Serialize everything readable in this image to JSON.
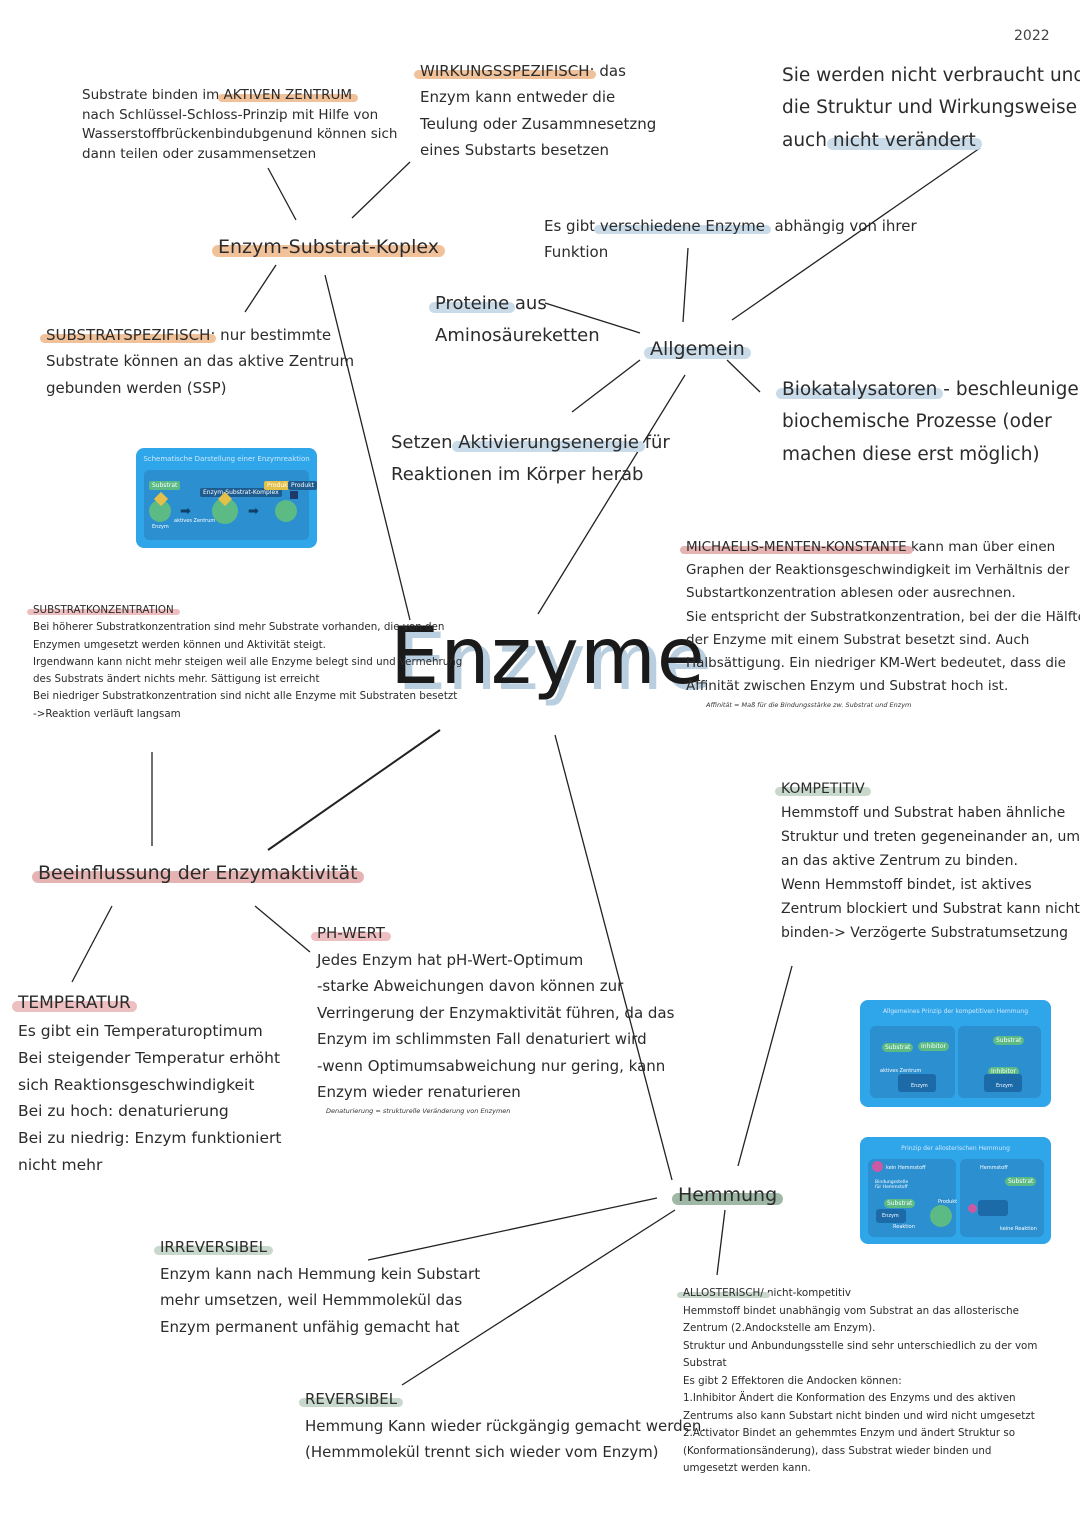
{
  "year": "2022",
  "center": {
    "title": "Enzyme"
  },
  "nodes": {
    "complex": "Enzym-Substrat-Koplex",
    "allgemein": "Allgemein",
    "aktivitaet": "Beeinflussung der Enzymaktivität",
    "hemmung": "Hemmung"
  },
  "aktives_zentrum": {
    "line1_pre": "Substrate binden im ",
    "line1_hl": "AKTIVEN ZENTRUM",
    "line2": "nach Schlüssel-Schloss-Prinzip mit Hilfe von",
    "line3": "Wasserstoffbrückenbindubgenund können sich",
    "line4": "dann teilen oder zusammensetzen"
  },
  "wirkungsspezifisch": {
    "title": "WIRKUNGSSPEZIFISCH",
    "title_suffix": ": das",
    "line2": "Enzym kann entweder die",
    "line3": "Teulung oder Zusammnesetzng",
    "line4": "eines Substarts besetzen"
  },
  "nicht_verbraucht": {
    "line1": "Sie werden nicht verbraucht und",
    "line2": "die Struktur und Wirkungsweise",
    "line3_pre": "auch ",
    "line3_hl": "nicht verändert"
  },
  "verschiedene": {
    "line1_pre": "Es gibt ",
    "line1_hl": "verschiedene Enzyme",
    "line1_post": ", abhängig von ihrer",
    "line2": "Funktion"
  },
  "proteine": {
    "hl": "Proteine",
    "line1_post": " aus",
    "line2": "Aminosäureketten"
  },
  "substratspezifisch": {
    "title": "SUBSTRATSPEZIFISCH",
    "title_suffix": ": nur  bestimmte",
    "line2": "Substrate können an das aktive Zentrum",
    "line3": "gebunden werden (SSP)"
  },
  "biokatalysatoren": {
    "hl": "Biokatalysatoren",
    "line1_post": " -  beschleunigen",
    "line2": "biochemische Prozesse (oder",
    "line3": "machen diese erst möglich)"
  },
  "aktivierung": {
    "line1_pre": "Setzen ",
    "line1_hl": "Aktivierungsenergie",
    "line1_post": " für",
    "line2": "Reaktionen im Körper herab"
  },
  "schema_card": {
    "title": "Schematische Darstellung einer Enzymreaktion",
    "substrat": "Substrat",
    "komplex": "Enzym-Substrat-Komplex",
    "produkt_a": "Produkt",
    "produkt_b": "Produkt",
    "enzym": "Enzym",
    "aktives_zentrum": "aktives Zentrum"
  },
  "michaelis": {
    "title": "MICHAELIS-MENTEN-KONSTANTE",
    "title_suffix": " kann man über einen",
    "line2": "Graphen der Reaktionsgeschwindigkeit im Verhältnis der",
    "line3": "Substartkonzentration ablesen oder ausrechnen.",
    "line4": "Sie entspricht der Substratkonzentration, bei der die Hälfte",
    "line5": "der Enzyme mit einem Substrat besetzt sind. Auch",
    "line6": "Halbsättigung. Ein niedriger KM-Wert bedeutet, dass die",
    "line7": "Affinität zwischen Enzym und Substrat hoch ist.",
    "note": "Affinität = Maß für die Bindungsstärke zw. Substrat und Enzym"
  },
  "substratkonzentration": {
    "title": "SUBSTRATKONZENTRATION",
    "line1": "Bei höherer Substratkonzentration sind mehr Substrate vorhanden, die von den",
    "line2": "Enzymen umgesetzt werden können und Aktivität steigt.",
    "line3": "Irgendwann kann nicht mehr steigen weil alle Enzyme belegt sind und Vermehrung",
    "line4": "des Substrats ändert nichts mehr. Sättigung ist erreicht",
    "line5": "Bei niedriger Substratkonzentration sind nicht alle Enzyme mit Substraten besetzt",
    "line6": "->Reaktion verläuft langsam"
  },
  "kompetitiv": {
    "title": "KOMPETITIV",
    "line1": "Hemmstoff und Substrat haben ähnliche",
    "line2": "Struktur und treten gegeneinander an, um",
    "line3": "an das aktive Zentrum zu binden.",
    "line4": "Wenn Hemmstoff bindet, ist aktives",
    "line5": "Zentrum blockiert und Substrat kann nicht",
    "line6": "binden-> Verzögerte Substratumsetzung"
  },
  "temperatur": {
    "title": "TEMPERATUR",
    "line1": "Es gibt ein Temperaturoptimum",
    "line2": "Bei steigender Temperatur erhöht",
    "line3": "sich Reaktionsgeschwindigkeit",
    "line4": "Bei zu hoch: denaturierung",
    "line5": "Bei zu niedrig: Enzym funktioniert",
    "line6": "nicht mehr"
  },
  "ph_wert": {
    "title": "PH-WERT",
    "line1": "Jedes Enzym hat pH-Wert-Optimum",
    "line2": "-starke Abweichungen davon können zur",
    "line3": "Verringerung der Enzymaktivität führen, da das",
    "line4": "Enzym im schlimmsten Fall denaturiert wird",
    "line5": "-wenn Optimumsabweichung nur gering, kann",
    "line6": "Enzym wieder renaturieren",
    "note": "Denaturierung = strukturelle Veränderung von Enzymen"
  },
  "kompetitiv_card": {
    "title": "Allgemeines Prinzip der kompetitiven Hemmung",
    "substrat": "Substrat",
    "inhibitor": "Inhibitor",
    "substrat2": "Substrat",
    "inhibitor2": "Inhibitor",
    "aktives_zentrum": "aktives Zentrum",
    "enzym": "Enzym",
    "enzym2": "Enzym"
  },
  "allosterisch_card": {
    "title": "Prinzip der allosterischen Hemmung",
    "kein_hemmstoff": "kein Hemmstoff",
    "hemmstoff": "Hemmstoff",
    "bindungsstelle": "Bindungsstelle für Hemmstoff",
    "substrat": "Substrat",
    "substrat2": "Substrat",
    "produkt": "Produkt",
    "enzym": "Enzym",
    "reaktion": "Reaktion",
    "keine_reaktion": "keine Reaktion"
  },
  "irreversibel": {
    "title": "IRREVERSIBEL",
    "line1": "Enzym kann nach Hemmung kein Substart",
    "line2": "mehr umsetzen, weil Hemmmolekül das",
    "line3": "Enzym permanent unfähig gemacht hat"
  },
  "reversibel": {
    "title": "REVERSIBEL",
    "line1": "Hemmung Kann wieder rückgängig gemacht werden.",
    "line2": "(Hemmmolekül trennt sich wieder vom Enzym)"
  },
  "allosterisch": {
    "title": "ALLOSTERISCH/",
    "title_suffix": " nicht-kompetitiv",
    "line1": "Hemmstoff bindet unabhängig vom Substrat an das allosterische",
    "line2": "Zentrum (2.Andockstelle am Enzym).",
    "line3": "Struktur und Anbundungsstelle sind sehr unterschiedlich zu der vom",
    "line4": "Substrat",
    "line5": "Es gibt 2 Effektoren die Andocken können:",
    "line6": "1.Inhibitor    Ändert die Konformation des Enzyms und des aktiven",
    "line7": "Zentrums also kann Substart nicht binden und wird nicht umgesetzt",
    "line8": "2.Activator   Bindet an gehemmtes Enzym und ändert Struktur so",
    "line9": "(Konformationsänderung), dass Substrat wieder binden und",
    "line10": "umgesetzt werden kann."
  }
}
